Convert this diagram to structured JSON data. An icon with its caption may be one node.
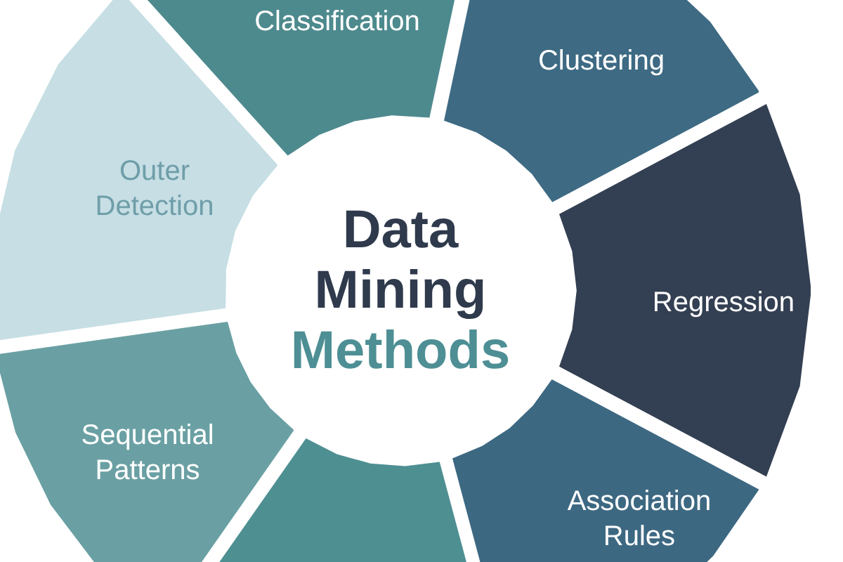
{
  "diagram": {
    "nodes": [
      {
        "text": [
          "Data Mining",
          "Methods"
        ]
      },
      {
        "text": [
          "Classification"
        ]
      },
      {
        "text": [
          "Clustering"
        ]
      },
      {
        "text": [
          "Regression"
        ]
      },
      {
        "text": [
          "Association Rules"
        ]
      },
      {
        "text": [],
        "shape": "box"
      },
      {
        "text": [
          "Sequential Patterns"
        ]
      },
      {
        "text": [
          "Outer Detection"
        ]
      }
    ]
  }
}
